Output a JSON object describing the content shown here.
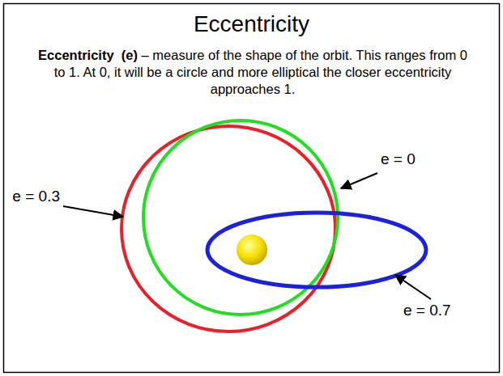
{
  "diagram": {
    "title": "Eccentricity",
    "labels": [
      "Eccentricity  (e)",
      "– measure of the shape of the orbit. This ranges from 0 to 1. At 0, it will be a circle and more elliptical the closer eccentricity approaches 1.",
      "e = 0",
      "e = 0.3",
      "e = 0.7"
    ]
  }
}
